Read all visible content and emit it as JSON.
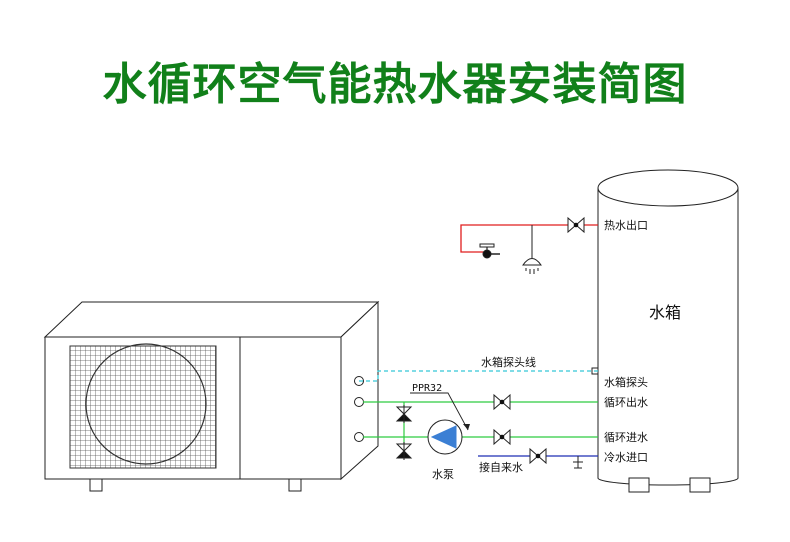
{
  "title": "水循环空气能热水器安装简图",
  "labels": {
    "tank": "水箱",
    "hot_water_outlet": "热水出口",
    "tank_probe": "水箱探头",
    "tank_probe_wire": "水箱探头线",
    "circulation_out": "循环出水",
    "circulation_in": "循环进水",
    "cold_water_inlet": "冷水进口",
    "pipe_spec": "PPR32",
    "pump": "水泵",
    "tap_water": "接自来水"
  },
  "colors": {
    "title": "#11801a",
    "hot_pipe": "#e01e1e",
    "circulation_pipe": "#2ecc40",
    "cold_pipe": "#1f2fb5",
    "probe_wire": "#35c6d6",
    "pump": "#3b7fd4"
  }
}
